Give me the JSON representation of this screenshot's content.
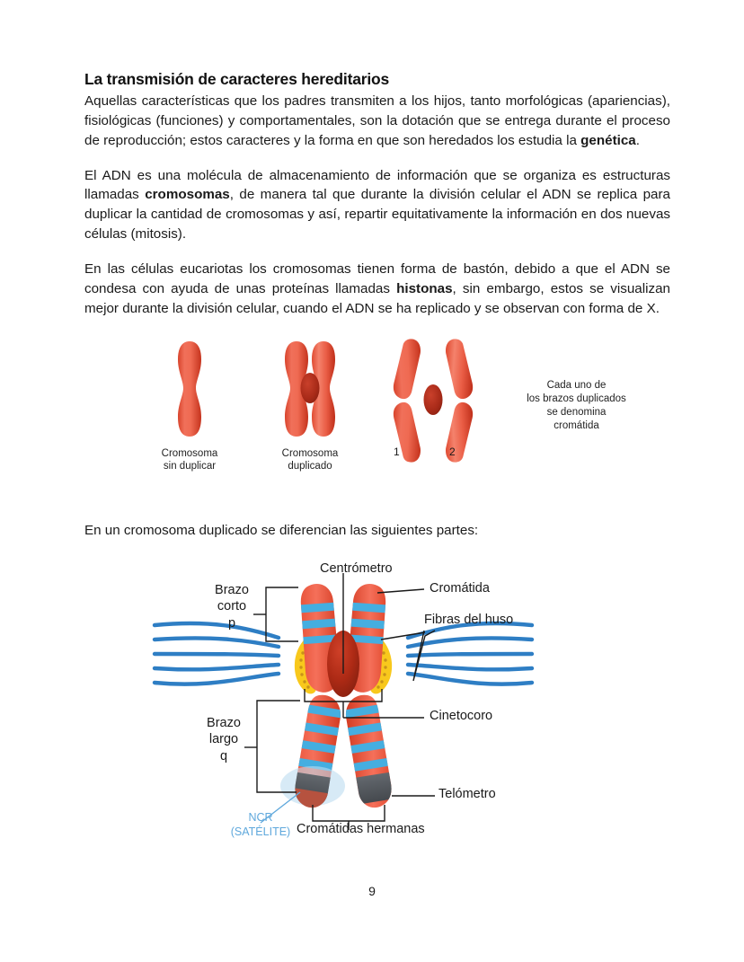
{
  "document": {
    "title": "La transmisión de caracteres hereditarios",
    "page_number": "9",
    "paragraphs": {
      "p1": "Aquellas características que los padres transmiten a los hijos, tanto morfológicas (apariencias), fisiológicas (funciones) y comportamentales, son la dotación que se entrega durante el proceso de reproducción; estos caracteres y la forma en que son heredados los estudia la ",
      "p1_bold": "genética",
      "p1_end": ".",
      "p2_a": "El ADN es una molécula de almacenamiento de información que se organiza es estructuras llamadas ",
      "p2_bold": "cromosomas",
      "p2_b": ", de manera tal que durante la división celular el ADN se replica para duplicar la cantidad de cromosomas y así, repartir equitativamente la información en dos nuevas células (mitosis).",
      "p3_a": "En las células eucariotas los cromosomas tienen forma de bastón, debido a que el ADN se condesa con ayuda de unas proteínas llamadas ",
      "p3_bold": "histonas",
      "p3_b": ", sin embargo, estos se visualizan mejor durante la división celular, cuando el ADN se ha replicado y se observan con forma de X.",
      "p4": "En un cromosoma duplicado se diferencian las siguientes partes:"
    }
  },
  "figure_row": {
    "caption_1": "Cromosoma\nsin duplicar",
    "caption_2": "Cromosoma\nduplicado",
    "arm_label_1": "1",
    "arm_label_2": "2",
    "note": "Cada uno de\nlos brazos duplicados\nse denomina\ncromátida"
  },
  "diagram": {
    "labels": {
      "centromero": "Centrómetro",
      "cromatida": "Cromátida",
      "fibras": "Fibras del huso",
      "brazo_corto": "Brazo\ncorto\np",
      "brazo_largo": "Brazo\nlargo\nq",
      "cinetocoro": "Cinetocoro",
      "telometro": "Telómetro",
      "ncr": "NCR\n(SATÉLITE)",
      "cromatidas_hermanas": "Cromátidas hermanas"
    }
  },
  "colors": {
    "chromosome_red": "#e8523c",
    "chromosome_red_dark": "#c8341f",
    "chromosome_red_light": "#f4795e",
    "centromere_dark": "#b82a19",
    "band_blue": "#45aee0",
    "fiber_blue": "#2e7ec4",
    "kinetochore_yellow": "#f7c61a",
    "telomere_gray": "#5b6066",
    "ncr_halo": "#bddcf0",
    "ncr_text": "#5fa8dc",
    "text": "#1a1a1a",
    "page_bg": "#ffffff"
  }
}
